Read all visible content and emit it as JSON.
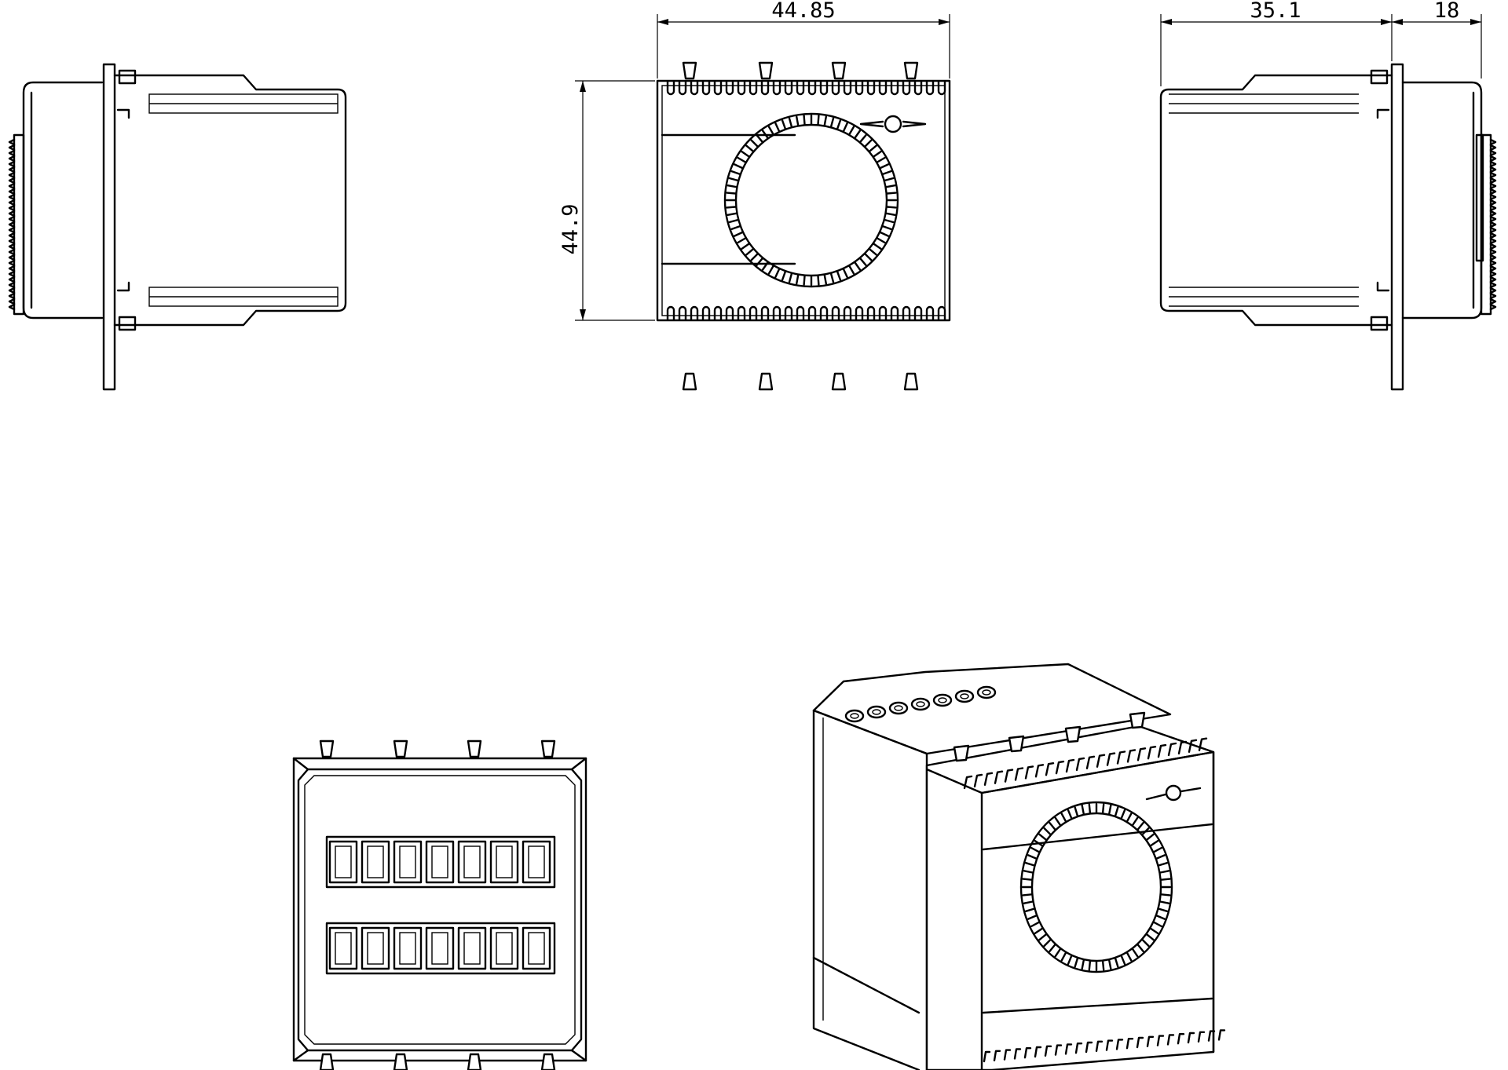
{
  "drawing": {
    "views": [
      "side-left",
      "front",
      "side-right",
      "rear",
      "isometric"
    ],
    "dimensions": {
      "front_width": "44.85",
      "front_height": "44.9",
      "side_depth": "35.1",
      "side_flange": "18"
    },
    "line_color": "#000000",
    "background": "#ffffff"
  }
}
